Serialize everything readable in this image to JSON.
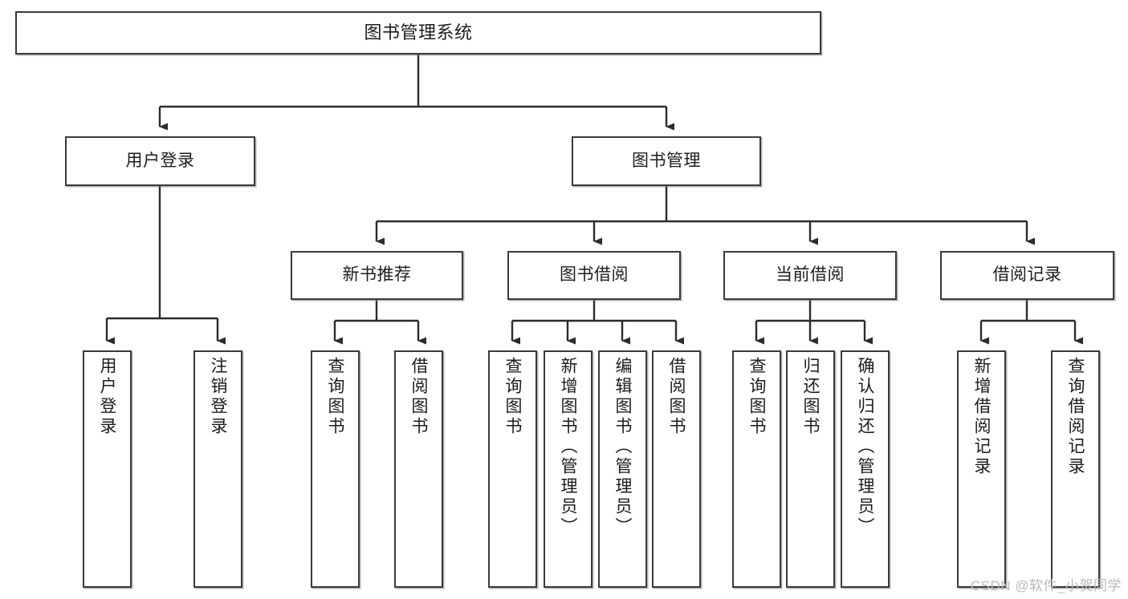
{
  "diagram": {
    "title": "图书管理系统",
    "type": "tree-hierarchy-diagram",
    "watermark": "CSDN @软件_小贺同学",
    "colors": {
      "box_border": "#3a3a3a",
      "box_fill": "#ffffff",
      "connector": "#2b2b2b",
      "text": "#1c1c1c",
      "watermark": "#b9b9b9"
    },
    "nodes": {
      "root": {
        "label": "图书管理系统"
      },
      "level2": [
        {
          "id": "user-login",
          "label": "用户登录"
        },
        {
          "id": "book-manage",
          "label": "图书管理"
        }
      ],
      "level3": [
        {
          "id": "new-book-rec",
          "label": "新书推荐"
        },
        {
          "id": "book-borrow",
          "label": "图书借阅"
        },
        {
          "id": "current-borrow",
          "label": "当前借阅"
        },
        {
          "id": "borrow-record",
          "label": "借阅记录"
        }
      ],
      "leaves": {
        "user_login": [
          {
            "id": "leaf-user-login",
            "label": "用户登录"
          },
          {
            "id": "leaf-logout",
            "label": "注销登录"
          }
        ],
        "new_book_rec": [
          {
            "id": "leaf-query-book-1",
            "label": "查询图书"
          },
          {
            "id": "leaf-borrow-book-1",
            "label": "借阅图书"
          }
        ],
        "book_borrow": [
          {
            "id": "leaf-query-book-2",
            "label": "查询图书"
          },
          {
            "id": "leaf-add-book",
            "label": "新增图书（管理员）"
          },
          {
            "id": "leaf-edit-book",
            "label": "编辑图书（管理员）"
          },
          {
            "id": "leaf-borrow-book-2",
            "label": "借阅图书"
          }
        ],
        "current_borrow": [
          {
            "id": "leaf-query-book-3",
            "label": "查询图书"
          },
          {
            "id": "leaf-return-book",
            "label": "归还图书"
          },
          {
            "id": "leaf-confirm-return",
            "label": "确认归还（管理员）"
          }
        ],
        "borrow_record": [
          {
            "id": "leaf-add-record",
            "label": "新增借阅记录"
          },
          {
            "id": "leaf-query-record",
            "label": "查询借阅记录"
          }
        ]
      }
    }
  }
}
